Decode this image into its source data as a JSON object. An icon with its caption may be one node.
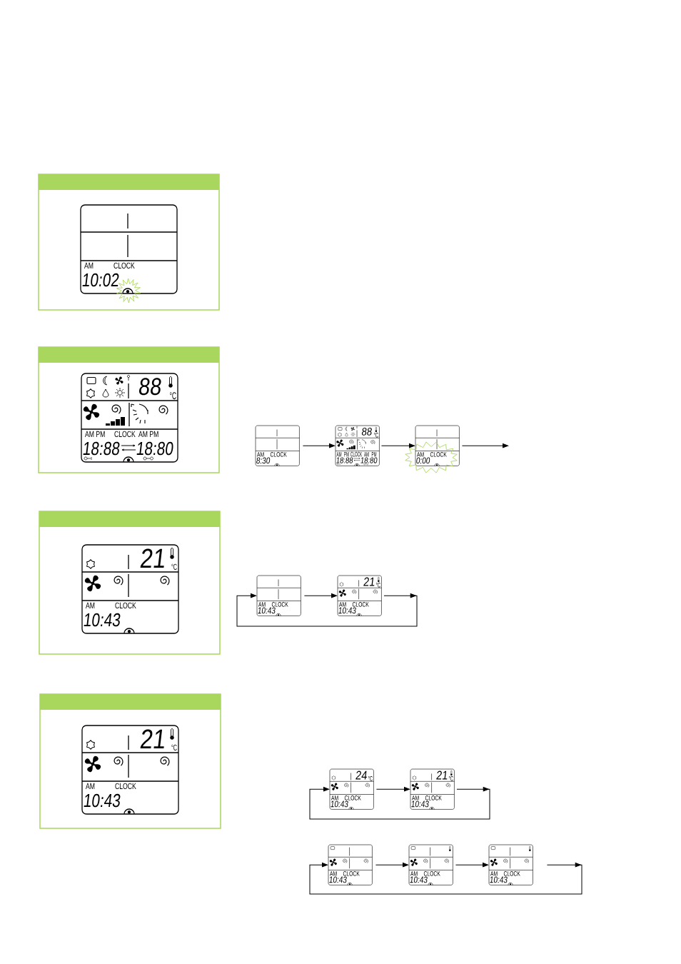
{
  "diagram": {
    "nodes": [
      {
        "text": [],
        "shape": "box"
      },
      {
        "text": [
          "AM",
          "CLOCK",
          "10:02"
        ],
        "in": 0
      },
      {
        "text": [],
        "shape": "box"
      },
      {
        "text": [
          "88",
          "°C",
          "AM PM",
          "CLOCK",
          "AM PM",
          "18:88",
          "18:80"
        ],
        "in": 2
      },
      {
        "text": [
          "AM",
          "CLOCK",
          "8:30"
        ]
      },
      {
        "text": [
          "88",
          "°C",
          "AM PM",
          "CLOCK",
          "AM PM",
          "18:88",
          "18:80"
        ]
      },
      {
        "text": [
          "AM",
          "CLOCK",
          "0:00"
        ]
      },
      {
        "text": [],
        "shape": "box"
      },
      {
        "text": [
          "21",
          "°C",
          "AM",
          "CLOCK",
          "10:43"
        ],
        "in": 7
      },
      {
        "text": [
          "AM",
          "CLOCK",
          "10:43"
        ]
      },
      {
        "text": [
          "21",
          "°C",
          "AM",
          "CLOCK",
          "10:43"
        ]
      },
      {
        "text": [],
        "shape": "box"
      },
      {
        "text": [
          "21",
          "°C",
          "AM",
          "CLOCK",
          "10:43"
        ],
        "in": 11
      },
      {
        "text": [
          "24",
          "°C",
          "AM",
          "CLOCK",
          "10:43"
        ]
      },
      {
        "text": [
          "21",
          "°C",
          "AM",
          "CLOCK",
          "10:43"
        ]
      },
      {
        "text": [
          "AM",
          "CLOCK",
          "10:43"
        ]
      },
      {
        "text": [
          "AM",
          "CLOCK",
          "10:43"
        ]
      },
      {
        "text": [
          "AM",
          "CLOCK",
          "10:43"
        ]
      }
    ],
    "edges": [
      {
        "from": 4,
        "to": 5,
        "arrow": "to"
      },
      {
        "from": 5,
        "to": 6,
        "arrow": "to"
      },
      {
        "from": 6,
        "to": null,
        "arrow": "to"
      },
      {
        "from": 9,
        "to": 10,
        "arrow": "to"
      },
      {
        "from": 10,
        "to": 9,
        "arrow": "to"
      },
      {
        "from": 13,
        "to": 14,
        "arrow": "to"
      },
      {
        "from": 14,
        "to": 13,
        "arrow": "to"
      },
      {
        "from": 15,
        "to": 16,
        "arrow": "to"
      },
      {
        "from": 16,
        "to": 17,
        "arrow": "to"
      },
      {
        "from": 17,
        "to": 15,
        "arrow": "to"
      }
    ]
  }
}
